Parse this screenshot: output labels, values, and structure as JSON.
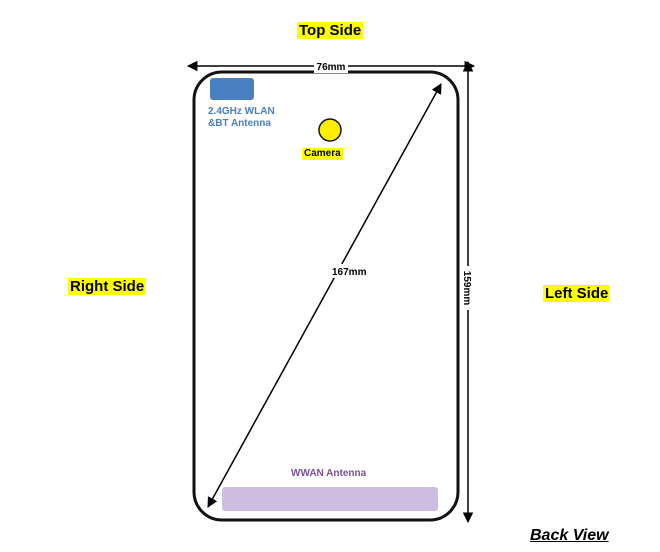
{
  "labels": {
    "top_side": "Top Side",
    "right_side": "Right Side",
    "left_side": "Left Side",
    "back_view": "Back View",
    "camera": "Camera",
    "wlan_antenna_line1": "2.4GHz WLAN",
    "wlan_antenna_line2": "&BT Antenna",
    "wwan_antenna": "WWAN Antenna"
  },
  "dimensions": {
    "width": "76mm",
    "height": "159mm",
    "diagonal": "167mm"
  },
  "colors": {
    "highlight": "#ffff00",
    "wlan_antenna": "#4a7fc1",
    "wlan_text": "#4a7fc1",
    "wwan_antenna": "#cdbde0",
    "wwan_text": "#7a4fa0",
    "camera": "#ffee00",
    "outline": "#111111"
  }
}
